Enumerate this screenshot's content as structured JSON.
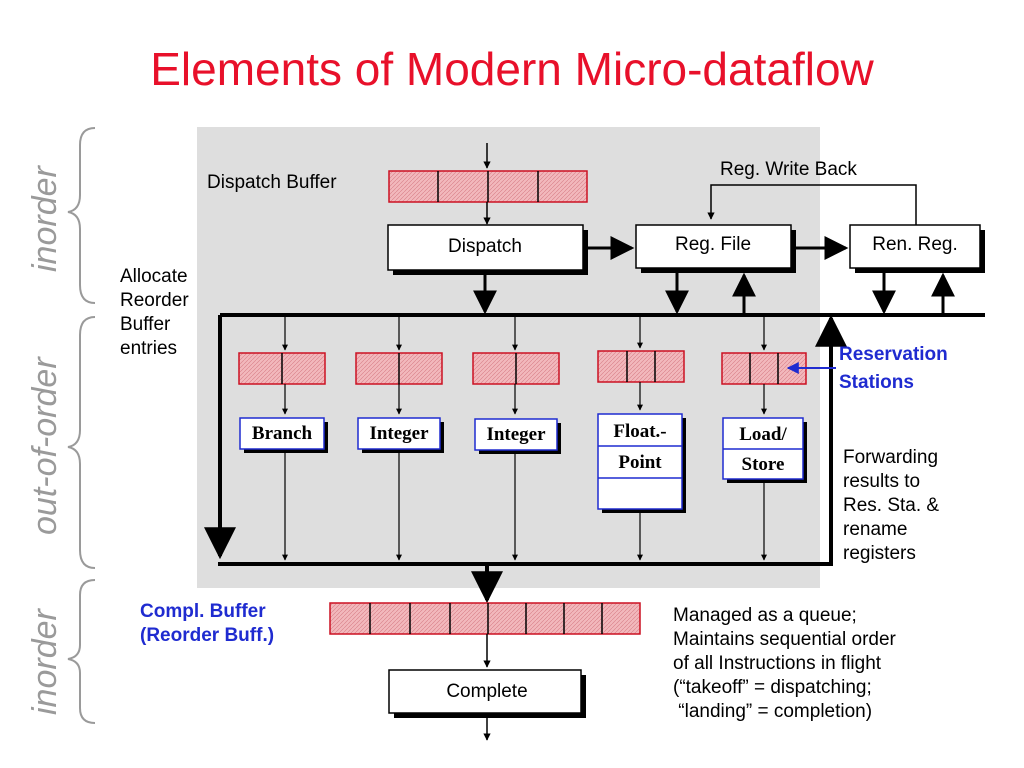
{
  "title": "Elements of Modern Micro-dataflow",
  "side_labels": {
    "top": "inorder",
    "middle": "out-of-order",
    "bottom": "inorder"
  },
  "labels": {
    "dispatch_buffer": "Dispatch Buffer",
    "reg_write_back": "Reg. Write Back",
    "allocate": [
      "Allocate",
      "Reorder",
      "Buffer",
      "entries"
    ],
    "reservation_stations": [
      "Reservation",
      "Stations"
    ],
    "forwarding": [
      "Forwarding",
      "results to",
      "Res. Sta. &",
      "rename",
      "registers"
    ],
    "compl_buffer": [
      "Compl. Buffer",
      "(Reorder Buff.)"
    ],
    "managed": [
      "Managed as a queue;",
      "Maintains sequential order",
      "of all Instructions in flight",
      "(“takeoff” = dispatching;",
      " “landing” = completion)"
    ]
  },
  "boxes": {
    "dispatch": "Dispatch",
    "reg_file": "Reg. File",
    "ren_reg": "Ren. Reg.",
    "complete": "Complete"
  },
  "units": {
    "branch": "Branch",
    "integer1": "Integer",
    "integer2": "Integer",
    "float": [
      "Float.-",
      "Point"
    ],
    "loadstore": [
      "Load/",
      "Store"
    ]
  },
  "colors": {
    "title": "#e8102a",
    "buffer_fill": "#f2b8bc",
    "buffer_border": "#cc1122",
    "unit_border": "#1f2bd0",
    "blue_text": "#1f2bd0",
    "shade": "#dedede",
    "side_label": "#9a9a9a"
  }
}
